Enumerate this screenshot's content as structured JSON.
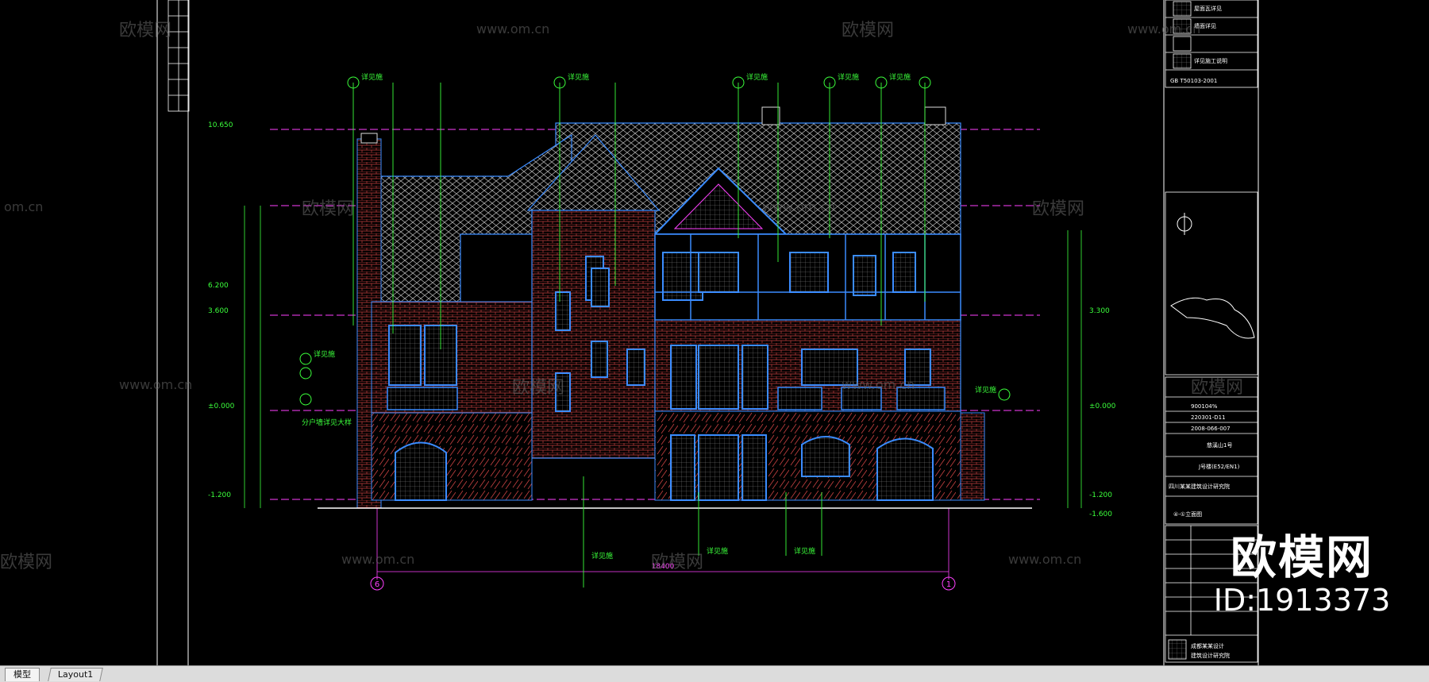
{
  "watermark": {
    "site": "www.om.cn",
    "brand": "欧模网",
    "short_site": "om.cn"
  },
  "brand_overlay": {
    "name": "欧模网",
    "id": "ID:1913373"
  },
  "tabs": [
    {
      "label": "模型",
      "active": true
    },
    {
      "label": "Layout1",
      "active": false
    }
  ],
  "elevation": {
    "levels_left": [
      "10.650",
      "6.200",
      "3.600",
      "±0.000",
      "-1.200"
    ],
    "levels_right": [
      "3.300",
      "±0.000",
      "-1.200",
      "-1.600"
    ],
    "axis_left": "6",
    "axis_right": "1",
    "dimension": "18400",
    "callout": "详见施",
    "note_left": "分户墙详见大样"
  },
  "title_block": {
    "top_legend": [
      "屋面瓦详见",
      "墙面详见",
      "详见施工说明",
      "GB T50103-2001"
    ],
    "project_rows": [
      "900104%",
      "220301-D11",
      "2008-066-007"
    ],
    "project_name": "慈溪山1号",
    "drawing_name": "J号楼(E52/EN1)",
    "company": "四川某某建筑设计研究院",
    "sheet_label": "④-①立面图",
    "stamp_line1": "成都某某设计",
    "stamp_line2": "建筑设计研究院"
  },
  "colors": {
    "background": "#000000",
    "cyan": "#3b8cff",
    "green": "#00ff00",
    "magenta": "#ff40ff",
    "red": "#c83a3a",
    "white": "#ffffff"
  }
}
